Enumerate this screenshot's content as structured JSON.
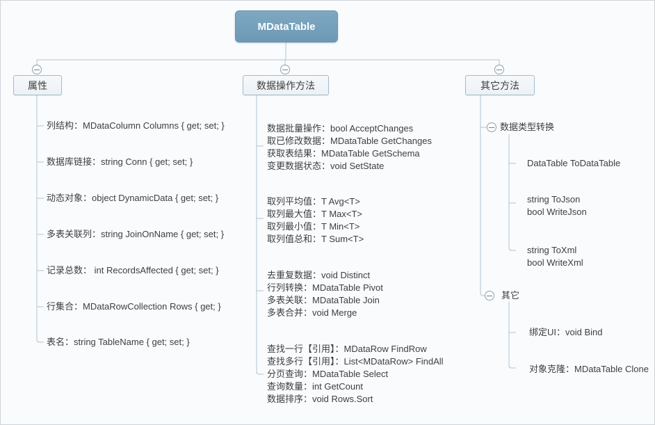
{
  "colors": {
    "root_bg": "#6d99b6",
    "connector_line": "#aec4d2",
    "branch_box_bg": "#eef2f6",
    "branch_box_border": "#a6bcca",
    "text": "#3e3e3e",
    "background": "#f9fbfd"
  },
  "icons": {
    "collapse_toggle": "minus-circle"
  },
  "root": {
    "label": "MDataTable"
  },
  "branches": [
    {
      "label": "属性",
      "items": [
        "列结构：MDataColumn Columns { get; set; }",
        "数据库链接：string Conn { get; set; }",
        "动态对象：object DynamicData { get; set; }",
        "多表关联列：string JoinOnName { get; set; }",
        "记录总数： int RecordsAffected { get; set; }",
        "行集合：MDataRowCollection Rows { get; }",
        "表名：string TableName { get; set; }"
      ]
    },
    {
      "label": "数据操作方法",
      "groups": [
        [
          "数据批量操作：bool AcceptChanges",
          "取已修改数据：MDataTable GetChanges",
          "获取表结果：MDataTable GetSchema",
          "变更数据状态：void SetState"
        ],
        [
          "取列平均值：T Avg<T>",
          "取列最大值：T Max<T>",
          "取列最小值：T Min<T>",
          "取列值总和：T Sum<T>"
        ],
        [
          "去重复数据：void Distinct",
          "行列转换：MDataTable Pivot",
          "多表关联：MDataTable Join",
          "多表合并：void Merge"
        ],
        [
          "查找一行【引用】：MDataRow FindRow",
          "查找多行【引用】：List<MDataRow> FindAll",
          "分页查询：MDataTable Select",
          "查询数量：int GetCount",
          "数据排序：void Rows.Sort"
        ]
      ]
    },
    {
      "label": "其它方法",
      "subnodes": [
        {
          "label": "数据类型转换",
          "items": [
            [
              "DataTable ToDataTable"
            ],
            [
              "string ToJson",
              "bool WriteJson"
            ],
            [
              "string ToXml",
              "bool WriteXml"
            ]
          ]
        },
        {
          "label": "其它",
          "items": [
            [
              "绑定UI：void Bind"
            ],
            [
              "对象克隆：MDataTable Clone"
            ]
          ]
        }
      ]
    }
  ]
}
